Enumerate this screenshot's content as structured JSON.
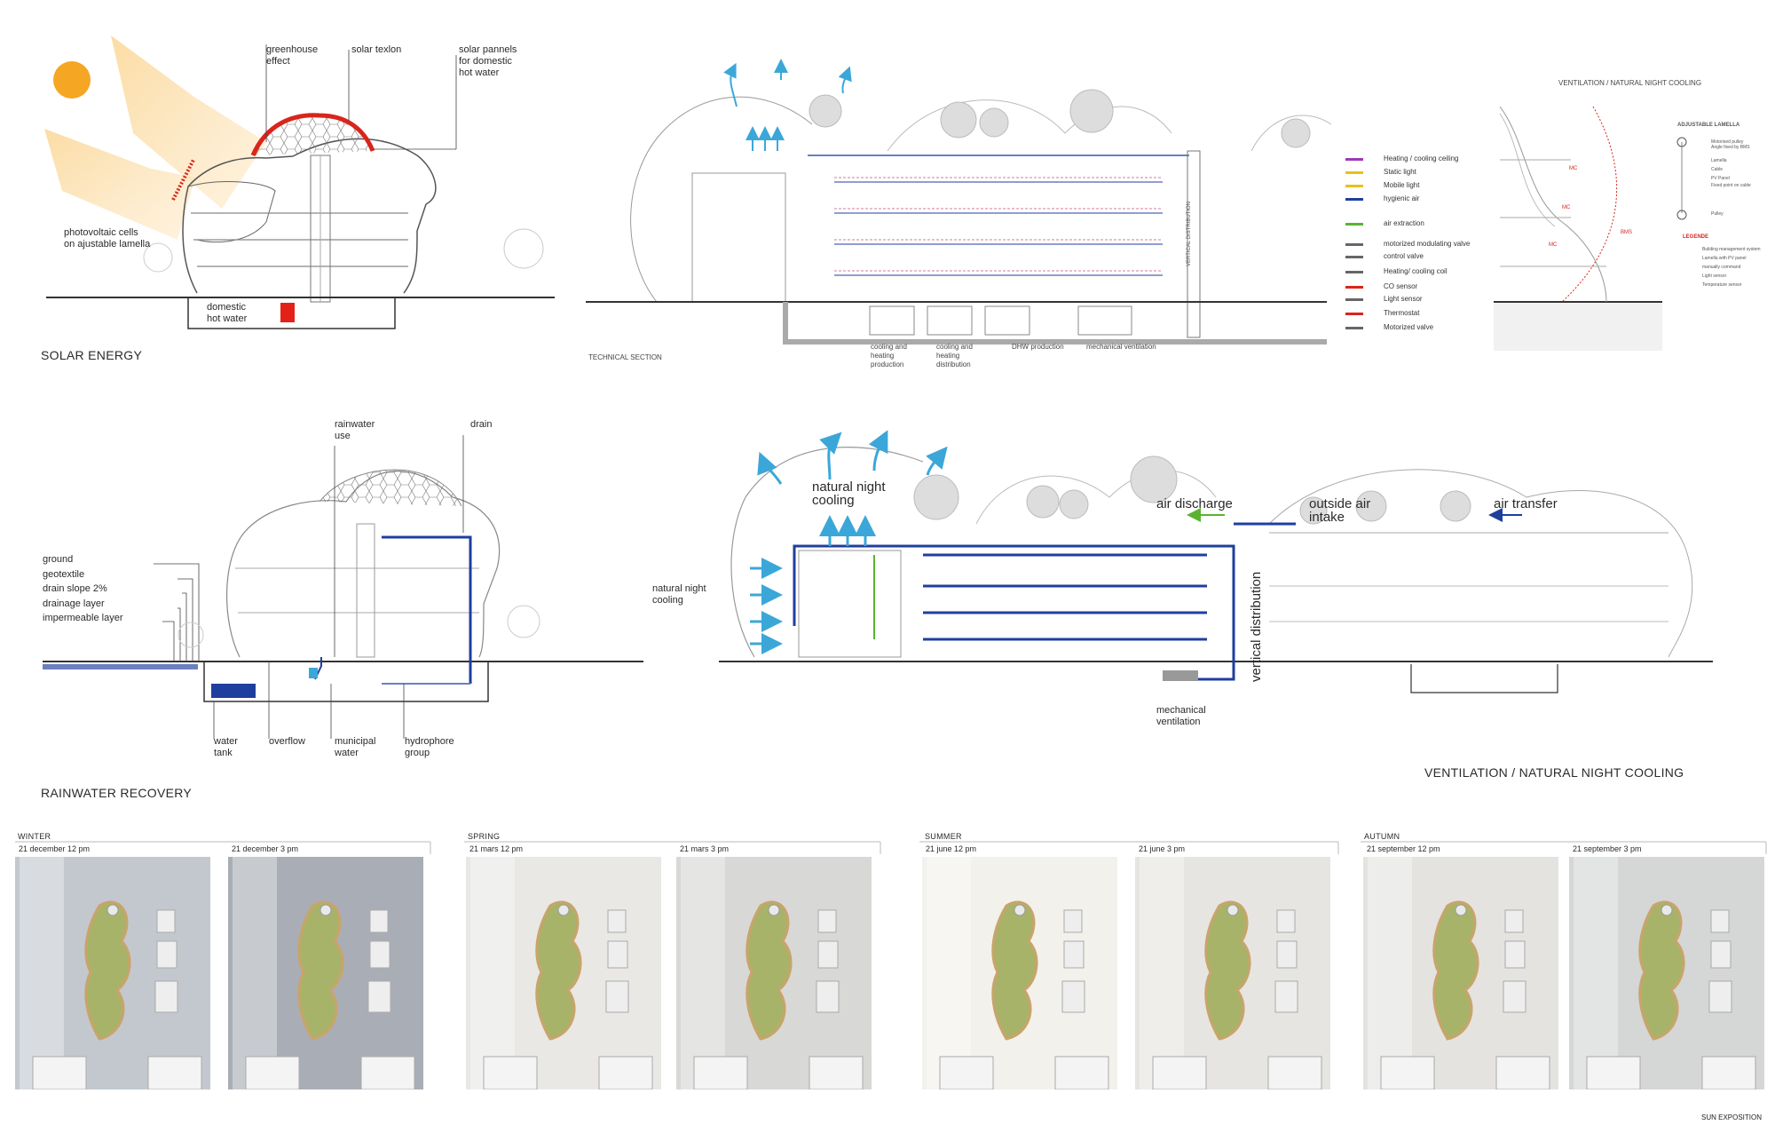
{
  "solar": {
    "title": "SOLAR ENERGY",
    "labels": {
      "greenhouse": "greenhouse\neffect",
      "texlon": "solar texlon",
      "panels": "solar pannels\nfor domestic\nhot water",
      "pv": "photovoltaic cells\non ajustable lamella",
      "dhw": "domestic\nhot water"
    },
    "sun_color": "#f5a623",
    "accent": "#d9251c"
  },
  "technical": {
    "title": "TECHNICAL SECTION",
    "bottom_labels": [
      "cooling and\nheating\nproduction",
      "cooling and\nheating\ndistribution",
      "DHW production",
      "mechanical ventilation"
    ],
    "vertical_label": "VERTICAL DISTRIBUTION",
    "legend": [
      {
        "label": "Heating / cooling ceiling",
        "color": "#9b3bb5"
      },
      {
        "label": "Static light",
        "color": "#e8c11a"
      },
      {
        "label": "Mobile light",
        "color": "#e8c11a"
      },
      {
        "label": "hygienic air",
        "color": "#1f3f9e"
      },
      {
        "label": "air extraction",
        "color": "#5ab330"
      },
      {
        "label": "motorized modulating valve",
        "color": "#666666"
      },
      {
        "label": "control valve",
        "color": "#666666"
      },
      {
        "label": "Heating/ cooling coil",
        "color": "#666666"
      },
      {
        "label": "CO sensor",
        "color": "#d9251c"
      },
      {
        "label": "Light sensor",
        "color": "#666666"
      },
      {
        "label": "Thermostat",
        "color": "#d9251c"
      },
      {
        "label": "Motorized valve",
        "color": "#666666"
      }
    ]
  },
  "ventilation_small": {
    "title": "VENTILATION / NATURAL NIGHT COOLING",
    "lamella_title": "ADJUSTABLE LAMELLA",
    "lamella_items": [
      "Motorised pulley\nAngle fixed by BMS",
      "Lamella",
      "Cable",
      "PV Panel",
      "Fixed point on cable",
      "Pulley"
    ],
    "legende_title": "LEGENDE",
    "legende_items": [
      "Building management system",
      "Lamella with PV panel",
      "manually command",
      "Light sensor",
      "Temperature sensor"
    ],
    "tags": [
      "MC",
      "MC",
      "MC",
      "BMS"
    ]
  },
  "rainwater": {
    "title": "RAINWATER RECOVERY",
    "labels": {
      "use": "rainwater\nuse",
      "drain": "drain",
      "layers": [
        "ground",
        "geotextile",
        "drain slope 2%",
        "drainage layer",
        "impermeable layer"
      ],
      "tank": "water\ntank",
      "overflow": "overflow",
      "municipal": "municipal\nwater",
      "hydrophore": "hydrophore\ngroup"
    }
  },
  "ventilation": {
    "title": "VENTILATION / NATURAL NIGHT COOLING",
    "labels": {
      "nnc_top": "natural night\ncooling",
      "nnc_side": "natural night\ncooling",
      "discharge": "air discharge",
      "intake": "outside air\nintake",
      "transfer": "air transfer",
      "vertical": "vertical distribution",
      "mech": "mechanical\nventilation"
    },
    "arrow_color": "#3ba7d9",
    "duct_color": "#1f3f9e",
    "extract_color": "#5ab330"
  },
  "sun": {
    "title": "SUN EXPOSITION",
    "seasons": [
      {
        "name": "WINTER",
        "shots": [
          "21 december 12 pm",
          "21 december 3 pm"
        ],
        "tone": [
          "#c3c8cf",
          "#a9aeb6"
        ]
      },
      {
        "name": "SPRING",
        "shots": [
          "21 mars 12 pm",
          "21 mars 3 pm"
        ],
        "tone": [
          "#e9e8e5",
          "#d8d8d6"
        ]
      },
      {
        "name": "SUMMER",
        "shots": [
          "21 june 12 pm",
          "21 june 3 pm"
        ],
        "tone": [
          "#f3f1ec",
          "#e6e5e1"
        ]
      },
      {
        "name": "AUTUMN",
        "shots": [
          "21 september 12 pm",
          "21 september 3 pm"
        ],
        "tone": [
          "#e4e3e0",
          "#d5d6d6"
        ]
      }
    ]
  }
}
